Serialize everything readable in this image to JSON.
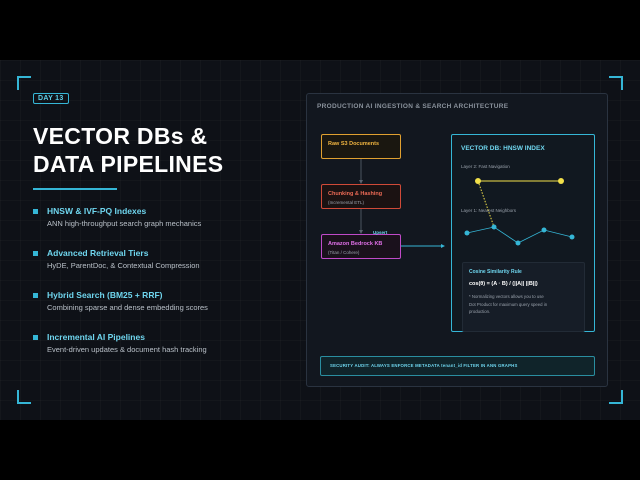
{
  "day_badge": "DAY 13",
  "title_line1": "VECTOR DBs &",
  "title_line2": "DATA PIPELINES",
  "features": [
    {
      "title": "HNSW & IVF-PQ Indexes",
      "desc": "ANN high-throughput search graph mechanics"
    },
    {
      "title": "Advanced Retrieval Tiers",
      "desc": "HyDE, ParentDoc, & Contextual Compression"
    },
    {
      "title": "Hybrid Search (BM25 + RRF)",
      "desc": "Combining sparse and dense embedding scores"
    },
    {
      "title": "Incremental AI Pipelines",
      "desc": "Event-driven updates & document hash tracking"
    }
  ],
  "panel": {
    "title": "PRODUCTION AI INGESTION & SEARCH ARCHITECTURE",
    "raw": {
      "title": "Raw S3 Documents"
    },
    "chunk": {
      "title": "Chunking & Hashing",
      "sub": "(Incremental ETL)"
    },
    "bedrock": {
      "title": "Amazon Bedrock KB",
      "sub": "(Titan / Cohere)"
    },
    "upsert": "Upsert",
    "vdb": {
      "title": "VECTOR DB: HNSW INDEX",
      "layer2": "Layer 2: Fast Navigation",
      "layer1": "Layer 1: Nearest Neighbors"
    },
    "cosine": {
      "title": "Cosine Similarity Rule",
      "formula": "cos(θ) = (A · B) / (||A|| ||B||)",
      "note": "* Normalizing vectors allows you to use Dot Product for maximum query speed in production."
    },
    "audit": "SECURITY AUDIT: ALWAYS ENFORCE METADATA tenant_id FILTER IN ANN GRAPHS"
  },
  "colors": {
    "accent": "#35b6d6",
    "raw": "#f0b440",
    "chunk": "#ec6a55",
    "bedrock": "#e070e8",
    "layer2_node": "#f2e04a"
  }
}
